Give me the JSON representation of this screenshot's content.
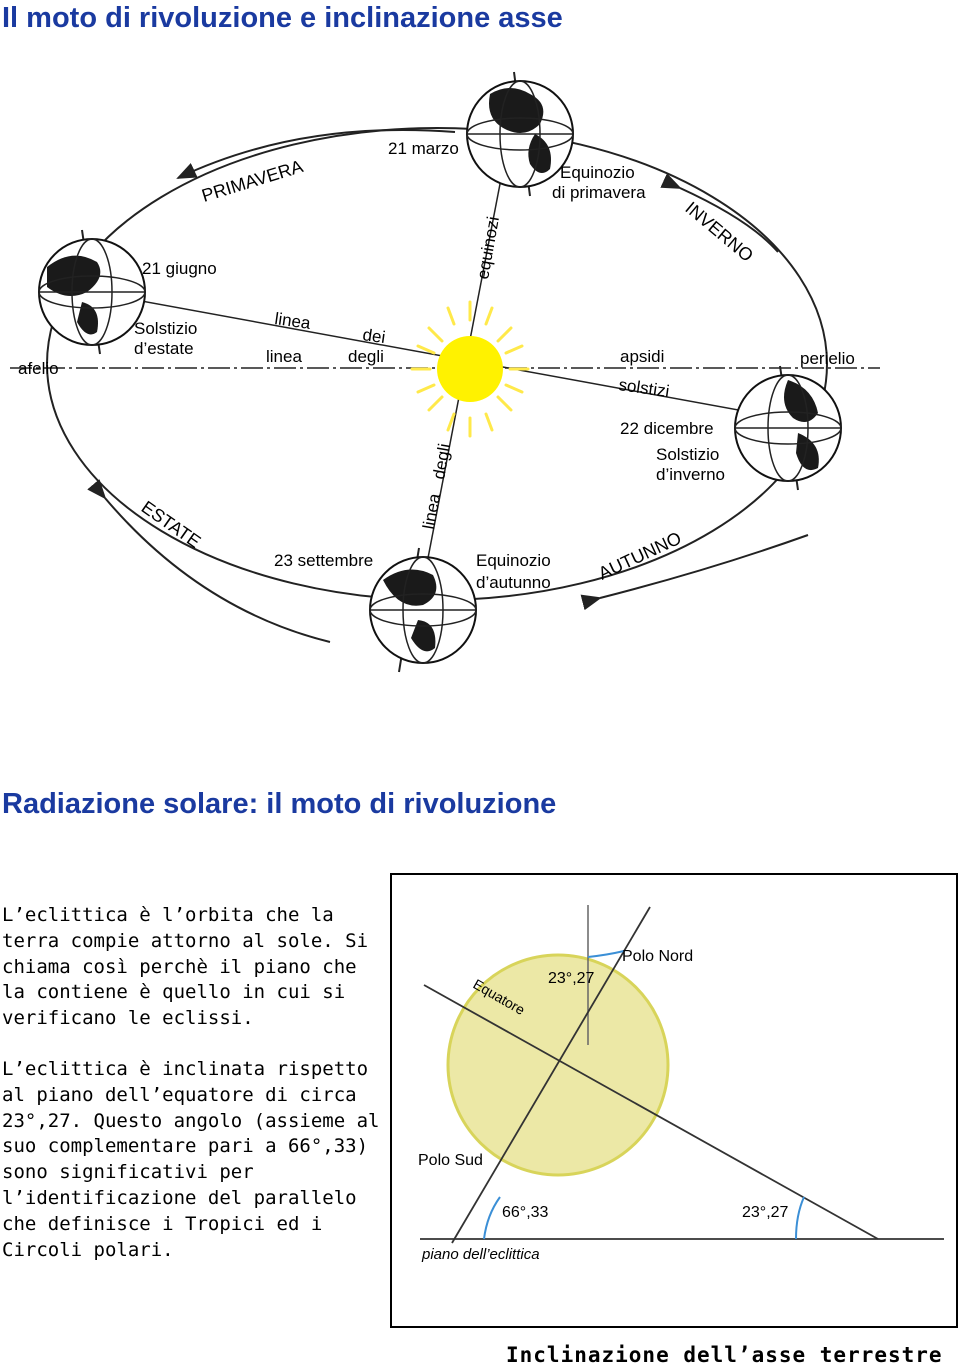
{
  "header": {
    "title": "Il moto di rivoluzione e inclinazione asse"
  },
  "orbit": {
    "labels": {
      "primavera": "PRIMAVERA",
      "inverno": "INVERNO",
      "estate": "ESTATE",
      "autunno": "AUTUNNO",
      "marzo": "21 marzo",
      "eq_primavera_1": "Equinozio",
      "eq_primavera_2": "di primavera",
      "giugno": "21 giugno",
      "solstizio_estate_1": "Solstizio",
      "solstizio_estate_2": "d’estate",
      "afelio": "afelio",
      "perielio": "perielio",
      "linea_1": "linea",
      "dei": "dei",
      "linea_2": "linea",
      "degli_1": "degli",
      "apsidi": "apsidi",
      "solstizi": "solstizi",
      "equinozi": "equinozi",
      "linea_3": "linea",
      "degli_2": "degli",
      "dicembre": "22 dicembre",
      "solstizio_inverno_1": "Solstizio",
      "solstizio_inverno_2": "d’inverno",
      "settembre": "23 settembre",
      "eq_autunno_1": "Equinozio",
      "eq_autunno_2": "d’autunno"
    },
    "colors": {
      "sun": "#fff200",
      "sun_rays": "#ffe94a",
      "globe_land": "#1a1a1a",
      "lines": "#222222"
    }
  },
  "section": {
    "title": "Radiazione solare: il moto di rivoluzione"
  },
  "text": {
    "p1": "L’eclittica è l’orbita che la terra compie attorno al sole. Si chiama così perchè il piano che la contiene è quello in cui si verificano le eclissi.",
    "p2": "L’eclittica è inclinata rispetto al piano dell’equatore di circa 23°,27. Questo angolo (assieme al suo complementare pari a 66°,33) sono significativi per l’identificazione del parallelo che definisce i Tropici ed i Circoli polari."
  },
  "tilt": {
    "labels": {
      "polo_nord": "Polo Nord",
      "polo_sud": "Polo Sud",
      "equatore": "Equatore",
      "angle_top": "23°,27",
      "angle_left": "66°,33",
      "angle_right": "23°,27",
      "piano": "piano dell’eclittica"
    },
    "colors": {
      "sphere_fill": "#ece8a6",
      "sphere_stroke": "#d8d45a",
      "angle_arc": "#3b8fd6"
    }
  },
  "caption": {
    "text": "Inclinazione dell’asse terrestre"
  }
}
